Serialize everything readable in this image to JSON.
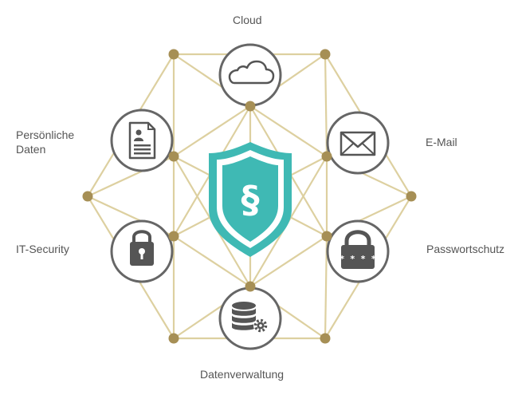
{
  "labels": {
    "top": "Cloud",
    "upper_left_line1": "Persönliche",
    "upper_left_line2": "Daten",
    "upper_right": "E-Mail",
    "lower_left": "IT-Security",
    "lower_right": "Passwortschutz",
    "bottom": "Datenverwaltung"
  },
  "center_symbol": "§",
  "password_mask": "* * * *",
  "colors": {
    "line": "#ddd0a0",
    "node": "#a68f55",
    "ring": "#666666",
    "icon": "#555555",
    "shield": "#3fb9b4"
  },
  "icons": [
    "cloud-icon",
    "document-icon",
    "envelope-icon",
    "padlock-icon",
    "password-lock-icon",
    "database-gear-icon",
    "shield-paragraph-icon"
  ]
}
